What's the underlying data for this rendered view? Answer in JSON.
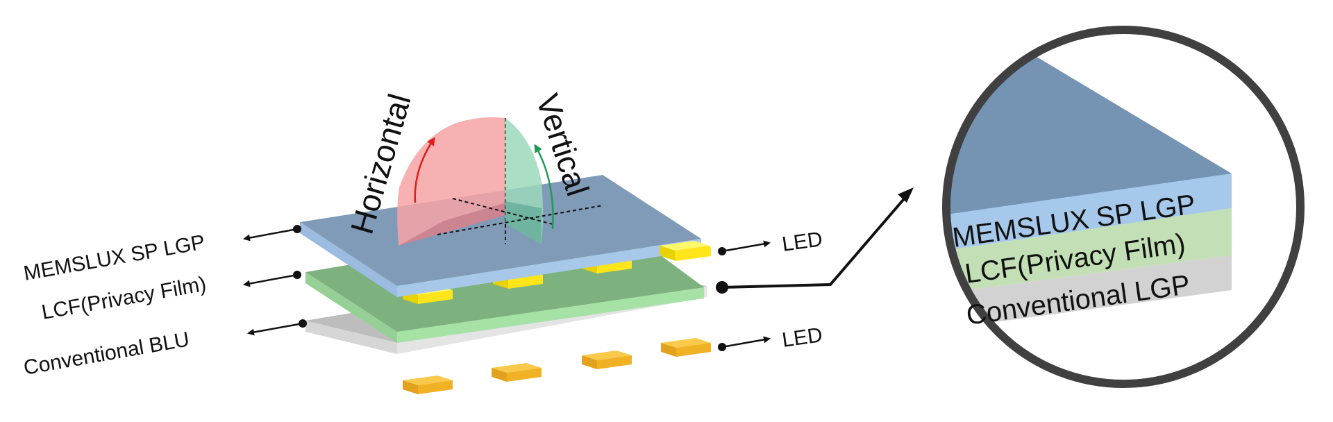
{
  "left_labels": {
    "memslux": "MEMSLUX SP LGP",
    "lcf": "LCF(Privacy Film)",
    "blu": "Conventional BLU"
  },
  "right_labels": {
    "led_top": "LED",
    "led_bottom": "LED"
  },
  "angle_labels": {
    "horizontal": "Horizontal",
    "vertical": "Vertical"
  },
  "zoom_labels": {
    "memslux": "MEMSLUX SP LGP",
    "lcf": "LCF(Privacy Film)",
    "lgp": "Conventional LGP"
  },
  "colors": {
    "memslux_top": "#7f9bb8",
    "memslux_edge": "#a8c8ea",
    "lcf_top": "#7db27f",
    "lcf_edge": "#a6e2a6",
    "blu_top": "#bdbdbd",
    "blu_edge": "#e4e4e4",
    "led_yellow": "#ffef1a",
    "led_orange": "#f5b72c",
    "horizontal_fill": "#f7a3a5",
    "vertical_fill": "#9bd8bb",
    "arrow_red": "#e01d1d",
    "arrow_green": "#1e9b53",
    "zoom_blue": "#7593b3",
    "zoom_band_blue": "#a6c8ea",
    "zoom_band_green": "#c3dfb6",
    "zoom_band_gray": "#d2d2d2"
  }
}
